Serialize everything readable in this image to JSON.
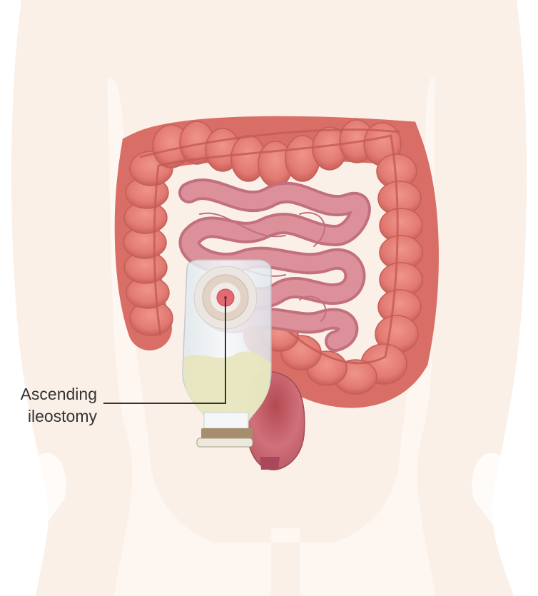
{
  "callout": {
    "line1": "Ascending",
    "line2": "ileostomy"
  },
  "colors": {
    "body_silhouette": "#fbeee4",
    "colon": "#e27a72",
    "colon_shadow": "#c85e58",
    "small_intestine": "#d98a95",
    "pouch": "#eef3f6",
    "pouch_contents": "#e5e3b8",
    "stoma": "#e06a70",
    "clip": "#a08a6a",
    "callout_line": "#333333"
  },
  "icons": {
    "anatomy": "abdomen-digestive-tract-illustration",
    "pouch": "ostomy-bag-icon"
  }
}
